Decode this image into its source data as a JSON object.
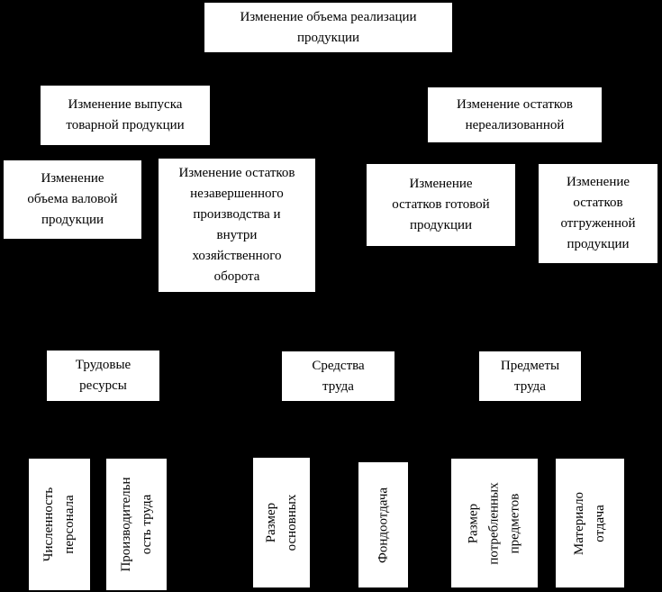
{
  "diagram": {
    "title": "Factor scheme of change in product sales volume",
    "colors": {
      "background": "#000000",
      "box_fill": "#ffffff",
      "text": "#000000"
    },
    "nodes": {
      "sales_volume": {
        "text": "Изменение объема реализации\nпродукции"
      },
      "commodity_output": {
        "text": "Изменение выпуска\nтоварной продукции"
      },
      "unsold_balances": {
        "text": "Изменение остатков\nнереализованной"
      },
      "gross_output": {
        "text": "Изменение\nобъема валовой\nпродукции"
      },
      "wip_balances": {
        "text": "Изменение остатков\nнезавершенного\nпроизводства и\nвнутри\nхозяйственного\nоборота"
      },
      "finished_goods_balances": {
        "text": "Изменение\nостатков готовой\nпродукции"
      },
      "shipped_goods_balances": {
        "text": "Изменение\nостатков\nотгруженной\nпродукции"
      },
      "labor_resources": {
        "text": "Трудовые\nресурсы"
      },
      "means_of_labor": {
        "text": "Средства\nтруда"
      },
      "objects_of_labor": {
        "text": "Предметы\nтруда"
      },
      "personnel_number": {
        "text": "Численность\nперсонала"
      },
      "labor_productivity": {
        "text": "Производительн\nость труда"
      },
      "fixed_assets_size": {
        "text": "Размер\nосновных"
      },
      "capital_productivity": {
        "text": "Фондоотдача"
      },
      "consumed_objects_size": {
        "text": "Размер\nпотребленных\nпредметов"
      },
      "material_productivity": {
        "text": "Материало\nотдача"
      }
    }
  }
}
